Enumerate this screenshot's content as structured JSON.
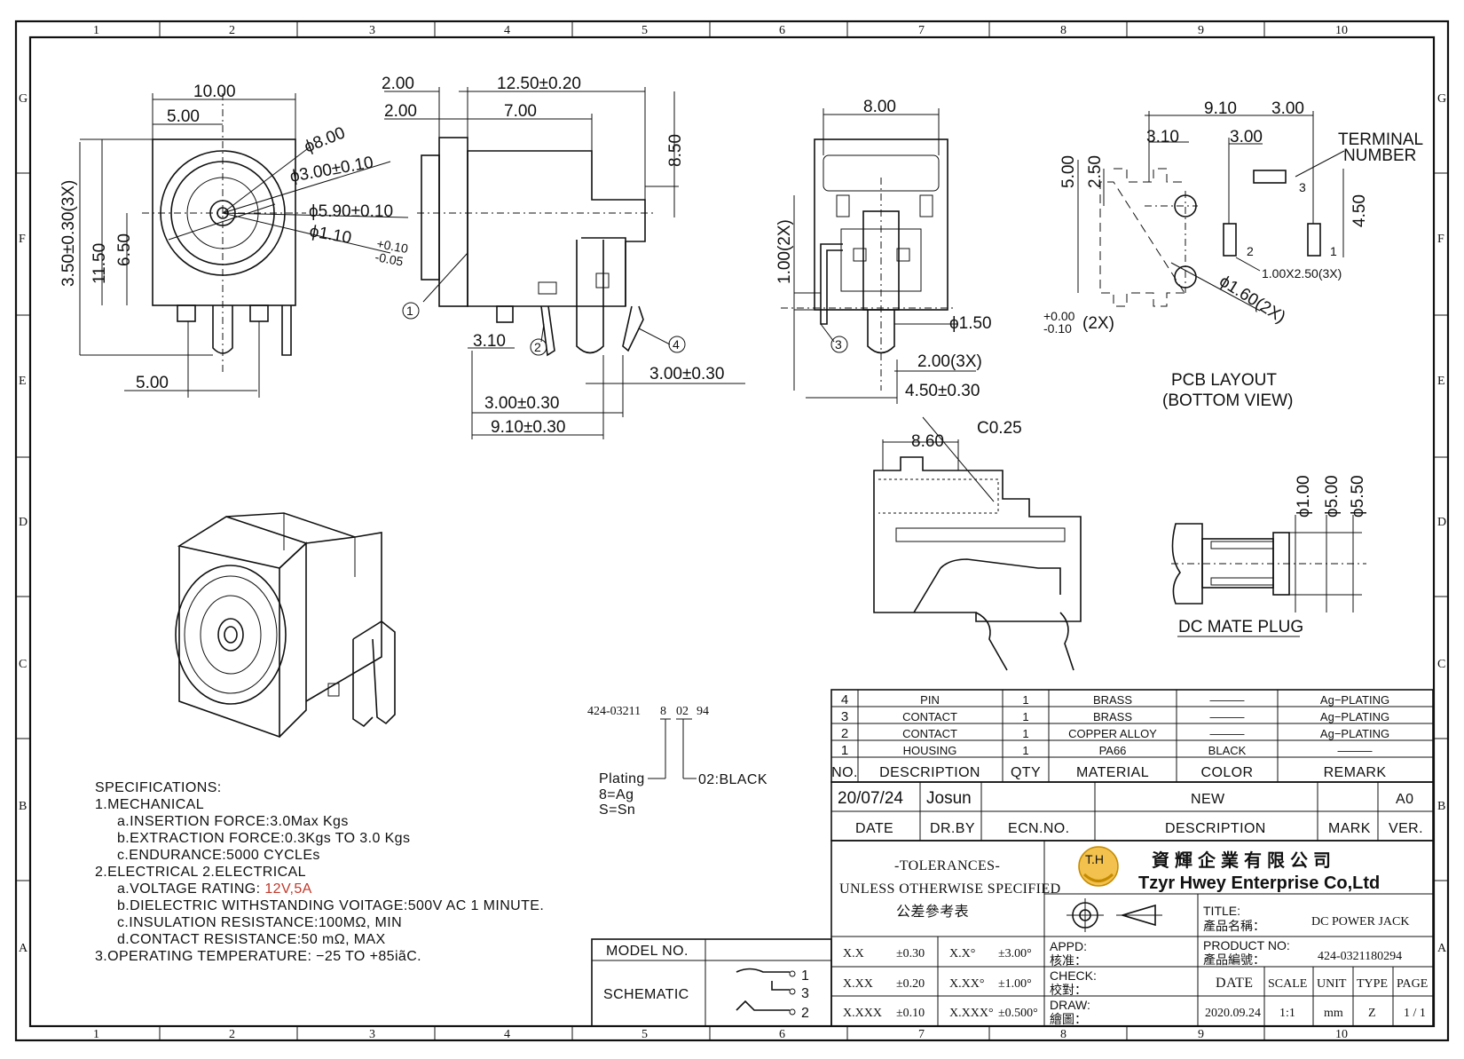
{
  "zone_columns": [
    "1",
    "2",
    "3",
    "4",
    "5",
    "6",
    "7",
    "8",
    "9",
    "10"
  ],
  "zone_rows": [
    "G",
    "F",
    "E",
    "D",
    "C",
    "B",
    "A"
  ],
  "front_view": {
    "width_total": "10.00",
    "width_half": "5.00",
    "dia_outer": "ϕ8.00",
    "dia_pin": "ϕ3.00±0.10",
    "dia_bore": "ϕ5.90±0.10",
    "dia_center": "ϕ1.10",
    "dia_center_tol_upper": "+0.10",
    "dia_center_tol_lower": "-0.05",
    "pin_pitch": "3.50±0.30(3X)",
    "height_total": "11.50",
    "height_center": "6.50",
    "pin_offset": "5.00"
  },
  "side_view": {
    "flange_a": "2.00",
    "length_total": "12.50±0.20",
    "flange_b": "2.00",
    "body_length": "7.00",
    "height": "8.50",
    "pin_depth": "3.10",
    "pin_gap_a": "3.00±0.30",
    "pin_gap_b": "3.00±0.30",
    "pin_span": "9.10±0.30"
  },
  "callouts": [
    "1",
    "2",
    "3",
    "4"
  ],
  "back_view": {
    "width": "8.00",
    "pin_height": "1.00(2X)",
    "pin_dia": "ϕ1.50",
    "pin_dia_tol_upper": "+0.00",
    "pin_dia_tol_lower": "-0.10",
    "pin_dia_qty": "(2X)",
    "pin_spacing": "2.00(3X)",
    "pin_offset": "4.50±0.30"
  },
  "pcb_layout": {
    "span_x": "9.10",
    "pad_offset_a": "3.00",
    "hole_offset": "3.10",
    "pad_offset_b": "3.00",
    "span_y": "5.00",
    "half_y": "2.50",
    "pad_span_y": "4.50",
    "terminal_label_line1": "TERMINAL",
    "terminal_label_line2": "NUMBER",
    "pad_numbers": [
      "1",
      "2",
      "3"
    ],
    "pad_size": "1.00X2.50(3X)",
    "hole_dia": "ϕ1.60(2X)",
    "title": "PCB LAYOUT",
    "subtitle": "(BOTTOM VIEW)"
  },
  "section_view": {
    "length": "8.60",
    "chamfer": "C0.25"
  },
  "mate_plug": {
    "dia_inner": "ϕ1.00",
    "dia_mid": "ϕ5.00",
    "dia_outer": "ϕ5.50",
    "title": "DC MATE PLUG"
  },
  "part_code": {
    "base": "424-03211",
    "plating_digit": "8",
    "color_digits": "02",
    "suffix": "94",
    "plating_label": "Plating",
    "plating_options": [
      "8=Ag",
      "S=Sn"
    ],
    "color_option": "02:BLACK"
  },
  "specifications": {
    "title": "SPECIFICATIONS:",
    "lines": [
      {
        "text": "1.MECHANICAL",
        "indent": 0
      },
      {
        "text": "a.INSERTION   FORCE:3.0Max  Kgs",
        "indent": 1
      },
      {
        "text": "b.EXTRACTION   FORCE:0.3Kgs  TO  3.0  Kgs",
        "indent": 1
      },
      {
        "text": "c.ENDURANCE:5000  CYCLEs",
        "indent": 1
      },
      {
        "text": "2.ELECTRICAL     2.ELECTRICAL",
        "indent": 0
      },
      {
        "text": "a.VOLTAGE  RATING: ",
        "indent": 1,
        "highlight": "12V,5A"
      },
      {
        "text": "b.DIELECTRIC  WITHSTANDING  VOITAGE:500V  AC  1  MINUTE.",
        "indent": 1
      },
      {
        "text": "c.INSULATION  RESISTANCE:100MΩ,  MIN",
        "indent": 1
      },
      {
        "text": "d.CONTACT  RESISTANCE:50  mΩ,  MAX",
        "indent": 1
      },
      {
        "text": "3.OPERATING  TEMPERATURE:  −25  TO  +85iãC.",
        "indent": 0
      }
    ],
    "highlight_color": "#c0392b"
  },
  "bom": {
    "headers": [
      "NO.",
      "DESCRIPTION",
      "QTY",
      "MATERIAL",
      "COLOR",
      "REMARK"
    ],
    "rows": [
      [
        "4",
        "PIN",
        "1",
        "BRASS",
        "———",
        "Ag−PLATING"
      ],
      [
        "3",
        "CONTACT",
        "1",
        "BRASS",
        "———",
        "Ag−PLATING"
      ],
      [
        "2",
        "CONTACT",
        "1",
        "COPPER  ALLOY",
        "———",
        "Ag−PLATING"
      ],
      [
        "1",
        "HOUSING",
        "1",
        "PA66",
        "BLACK",
        "———"
      ]
    ]
  },
  "revision": {
    "date": "20/07/24",
    "drawn_by": "Josun",
    "description": "NEW",
    "version": "A0",
    "headers": [
      "DATE",
      "DR.BY",
      "ECN.NO.",
      "DESCRIPTION",
      "MARK",
      "VER."
    ]
  },
  "tolerances": {
    "title": "-TOLERANCES-",
    "subtitle": "UNLESS OTHERWISE SPECIFIED",
    "chinese": "公差參考表",
    "rows": [
      [
        "X.X",
        "±0.30",
        "X.X°",
        "±3.00°"
      ],
      [
        "X.XX",
        "±0.20",
        "X.XX°",
        "±1.00°"
      ],
      [
        "X.XXX",
        "±0.10",
        "X.XXX°",
        "±0.500°"
      ]
    ]
  },
  "title_block": {
    "logo_text": "T.H",
    "company_chinese": "資輝企業有限公司",
    "company_english": "Tzyr Hwey Enterprise Co,Ltd",
    "title_label": "TITLE:",
    "title_label_cn": "產品名稱：",
    "title": "DC POWER JACK",
    "product_no_label": "PRODUCT NO:",
    "product_no_label_cn": "產品編號：",
    "product_no": "424-0321180294",
    "approval_labels": [
      "APPD:",
      "CHECK:",
      "DRAW:"
    ],
    "approval_labels_cn": [
      "核准：",
      "校對：",
      "繪圖："
    ],
    "footer_headers": [
      "DATE",
      "SCALE",
      "UNIT",
      "TYPE",
      "PAGE"
    ],
    "footer_values": [
      "2020.09.24",
      "1:1",
      "mm",
      "Z",
      "1 / 1"
    ]
  },
  "model_box": {
    "model_label": "MODEL  NO.",
    "schematic_label": "SCHEMATIC",
    "pins": [
      "1",
      "3",
      "2"
    ]
  }
}
